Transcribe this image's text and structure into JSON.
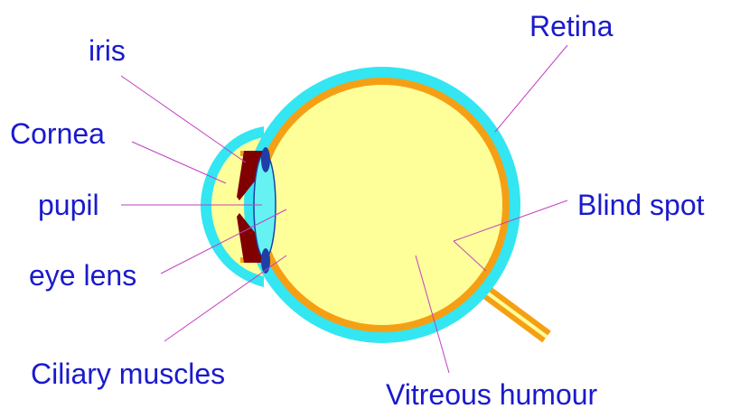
{
  "labels": {
    "retina": "Retina",
    "iris": "iris",
    "cornea": "Cornea",
    "pupil": "pupil",
    "blind_spot": "Blind spot",
    "eye_lens": "eye lens",
    "ciliary_muscles": "Ciliary muscles",
    "vitreous_humour": "Vitreous humour"
  },
  "colors": {
    "label_text": "#1a1acc",
    "leader_line": "#c040c0",
    "sclera": "#33e6f2",
    "retina": "#f5a014",
    "vitreous": "#ffff99",
    "cornea_fill": "#ffff99",
    "lens": "#66f2f2",
    "iris": "#800000",
    "ciliary": "#1f3fa6",
    "optic_nerve": "#f5a014"
  }
}
